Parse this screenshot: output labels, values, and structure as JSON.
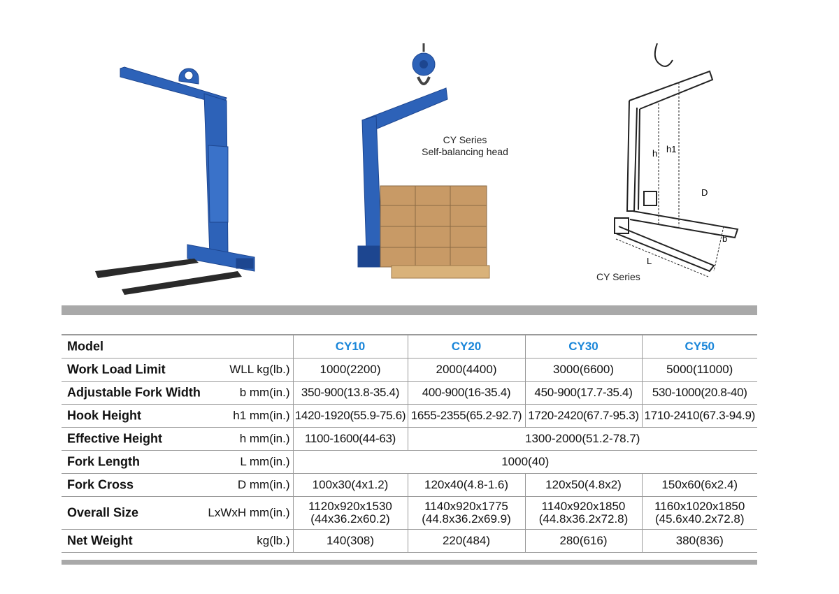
{
  "captions": {
    "head_line1": "CY Series",
    "head_line2": "Self-balancing head",
    "series": "CY Series"
  },
  "diagram_labels": {
    "h": "h",
    "h1": "h1",
    "D": "D",
    "b": "b",
    "L": "L"
  },
  "colors": {
    "frame_blue": "#2d62b8",
    "model_blue": "#1a86d9",
    "bar_gray": "#a9a9a9"
  },
  "table": {
    "model_label": "Model",
    "models": [
      "CY10",
      "CY20",
      "CY30",
      "CY50"
    ],
    "rows": [
      {
        "name": "Work Load Limit",
        "unit": "WLL  kg(lb.)",
        "values": [
          "1000(2200)",
          "2000(4400)",
          "3000(6600)",
          "5000(11000)"
        ]
      },
      {
        "name": "Adjustable Fork Width",
        "unit": "b   mm(in.)",
        "values": [
          "350-900(13.8-35.4)",
          "400-900(16-35.4)",
          "450-900(17.7-35.4)",
          "530-1000(20.8-40)"
        ]
      },
      {
        "name": "Hook Height",
        "unit": "h1   mm(in.)",
        "values": [
          "1420-1920(55.9-75.6)",
          "1655-2355(65.2-92.7)",
          "1720-2420(67.7-95.3)",
          "1710-2410(67.3-94.9)"
        ]
      },
      {
        "name": "Effective Height",
        "unit": "h   mm(in.)",
        "values": [
          "1100-1600(44-63)",
          "1300-2000(51.2-78.7)"
        ]
      },
      {
        "name": "Fork Length",
        "unit": "L  mm(in.)",
        "values": [
          "1000(40)"
        ]
      },
      {
        "name": "Fork Cross",
        "unit": "D  mm(in.)",
        "values": [
          "100x30(4x1.2)",
          "120x40(4.8-1.6)",
          "120x50(4.8x2)",
          "150x60(6x2.4)"
        ]
      },
      {
        "name": "Overall Size",
        "unit": "LxWxH mm(in.)",
        "values_line1": [
          "1120x920x1530",
          "1140x920x1775",
          "1140x920x1850",
          "1160x1020x1850"
        ],
        "values_line2": [
          "(44x36.2x60.2)",
          "(44.8x36.2x69.9)",
          "(44.8x36.2x72.8)",
          "(45.6x40.2x72.8)"
        ]
      },
      {
        "name": "Net Weight",
        "unit": "kg(lb.)",
        "values": [
          "140(308)",
          "220(484)",
          "280(616)",
          "380(836)"
        ]
      }
    ]
  }
}
